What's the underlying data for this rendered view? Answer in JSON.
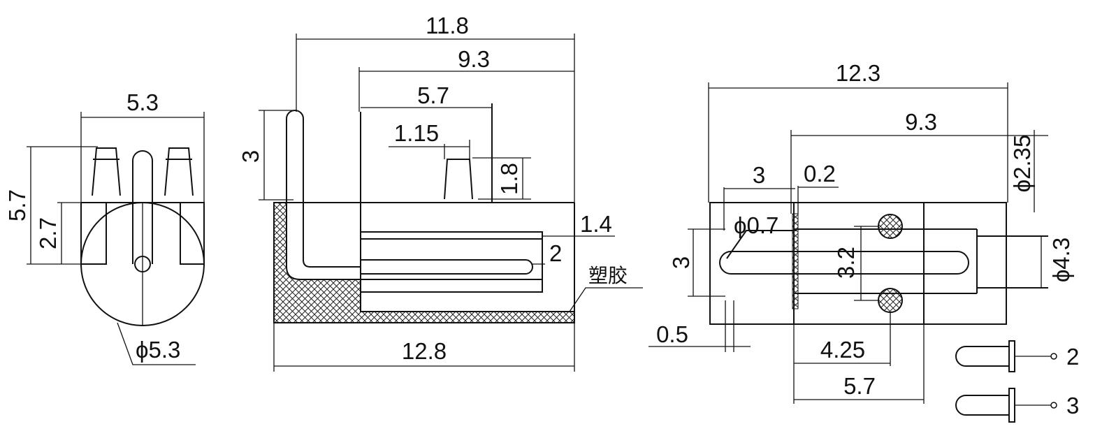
{
  "diagram": {
    "front_view": {
      "width": "5.3",
      "height": "5.7",
      "pin_height": "2.7",
      "diameter": "ϕ5.3"
    },
    "side_view": {
      "overall_length": "11.8",
      "inner_length": "9.3",
      "pin_offset": "5.7",
      "pin_width": "1.15",
      "pin_height": "1.8",
      "height": "3",
      "wall": "1.4",
      "pin_label": "2",
      "material": "塑胶",
      "base_length": "12.8"
    },
    "top_view": {
      "overall_length": "12.3",
      "inner_length": "9.3",
      "tip_length": "3",
      "gap": "0.2",
      "tip_diameter": "ϕ0.7",
      "height": "3",
      "pin_spacing": "3.2",
      "pin_diameter": "ϕ2.35",
      "body_diameter": "ϕ4.3",
      "flange": "0.5",
      "pin_offset_1": "4.25",
      "pin_offset_2": "5.7"
    },
    "pin_legend": [
      {
        "label": "2"
      },
      {
        "label": "3"
      }
    ]
  }
}
